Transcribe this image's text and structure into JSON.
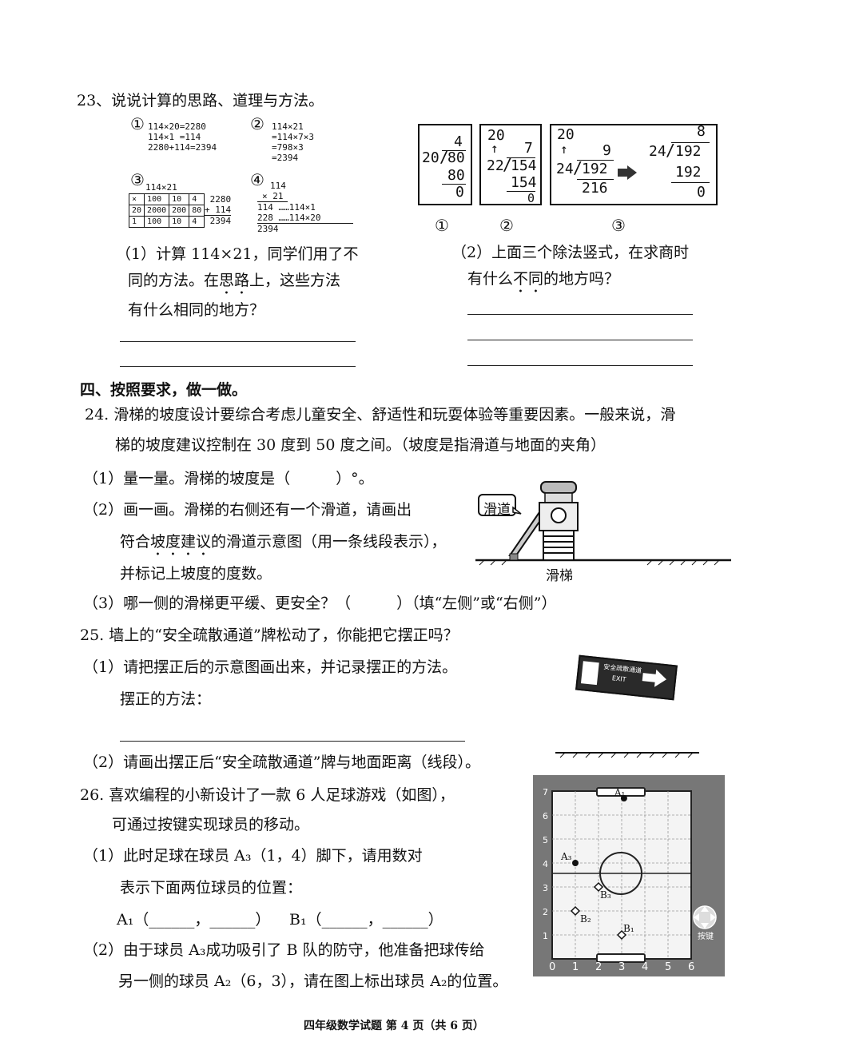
{
  "q23": {
    "title": "23、说说计算的思路、道理与方法。",
    "m1": {
      "num": "①",
      "lines": [
        "114×20=2280",
        "114×1 =114",
        "2280+114=2394"
      ]
    },
    "m2": {
      "num": "②",
      "lines": [
        "114×21",
        "=114×7×3",
        "=798×3",
        "=2394"
      ]
    },
    "m3": {
      "num": "③",
      "header": "114×21",
      "table": [
        [
          "×",
          "100",
          "10",
          "4"
        ],
        [
          "20",
          "2000",
          "200",
          "80"
        ],
        [
          "1",
          "100",
          "10",
          "4"
        ]
      ],
      "sum": [
        "2280",
        "+ 114",
        "2394"
      ]
    },
    "m4": {
      "num": "④",
      "lines": [
        "114",
        "× 21",
        "114 ……114×1",
        "228 ……114×20",
        "2394"
      ]
    },
    "div1": {
      "divisor": "20",
      "dividend": "80",
      "quotient": "4",
      "sub": "80",
      "rem": "0",
      "label": "①"
    },
    "div2": {
      "trial": "20",
      "divisor": "22",
      "dividend": "154",
      "quotient": "7",
      "sub": "154",
      "rem": "0",
      "label": "②"
    },
    "div3": {
      "trial": "20",
      "divisor": "24",
      "dividend": "192",
      "quotient": "9",
      "sub": "216",
      "divisor2": "24",
      "dividend2": "192",
      "quotient2": "8",
      "sub2": "192",
      "rem2": "0",
      "label": "③"
    },
    "sub1": {
      "l1": "（1）计算 114×21，同学们用了不",
      "l2a": "同的方法。在",
      "l2b": "思路",
      "l2c": "上，这些方法",
      "l3": "有什么相同的地方？"
    },
    "sub2": {
      "l1": "（2）上面三个除法竖式，在求商时",
      "l2a": "有什么",
      "l2b": "不同",
      "l2c": "的地方吗？"
    }
  },
  "section4": {
    "title": "四、按照要求，做一做。"
  },
  "q24": {
    "l1": "24.  滑梯的坡度设计要综合考虑儿童安全、舒适性和玩耍体验等重要因素。一般来说，滑",
    "l2": "梯的坡度建议控制在 30 度到 50 度之间。（坡度是指滑道与地面的夹角）",
    "s1": "（1）量一量。滑梯的坡度是（　　　）°。",
    "s2a": "（2）画一画。滑梯的右侧还有一个滑道，请画出",
    "s2b1": "符合",
    "s2b2": "坡度建议",
    "s2b3": "的滑道示意图（用一条线段表示），",
    "s2c": "并标记上坡度的度数。",
    "s3": "（3）哪一侧的滑梯更平缓、更安全？（　　　）（填“左侧”或“右侧”）",
    "bubble": "滑道",
    "caption": "滑梯"
  },
  "q25": {
    "l1": "25.  墙上的“安全疏散通道”牌松动了，你能把它摆正吗？",
    "s1": "（1）请把摆正后的示意图画出来，并记录摆正的方法。",
    "s1b": "摆正的方法：",
    "s2": "（2）请画出摆正后“安全疏散通道”牌与地面距离（线段）。",
    "sign_cn": "安全疏散通道",
    "sign_en": "EXIT"
  },
  "q26": {
    "l1": "26.  喜欢编程的小新设计了一款 6 人足球游戏（如图），",
    "l2": "可通过按键实现球员的移动。",
    "s1a": "（1）此时足球在球员 A₃（1，4）脚下，请用数对",
    "s1b": "表示下面两位球员的位置：",
    "a1": "A₁（______，______）",
    "b1": "B₁（______，______）",
    "s2a": "（2）由于球员 A₃成功吸引了 B 队的防守，他准备把球传给",
    "s2b": "另一侧的球员 A₂（6，3），请在图上标出球员 A₂的位置。",
    "xticks": [
      "0",
      "1",
      "2",
      "3",
      "4",
      "5",
      "6"
    ],
    "yticks": [
      "1",
      "2",
      "3",
      "4",
      "5",
      "6",
      "7"
    ],
    "players": [
      {
        "name": "A₁"
      },
      {
        "name": "A₃"
      },
      {
        "name": "B₃"
      },
      {
        "name": "B₂"
      },
      {
        "name": "B₁"
      }
    ],
    "key_label": "按键"
  },
  "footer": "四年级数学试题 第 4 页（共 6 页）"
}
